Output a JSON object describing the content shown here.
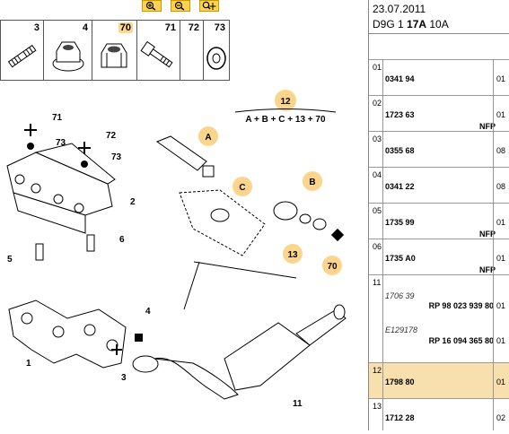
{
  "toolbar": {
    "zoom_in": "zoom-in-icon",
    "zoom_out": "zoom-out-icon",
    "zoom_pan": "zoom-pan-icon"
  },
  "thumbs": [
    {
      "num": "3"
    },
    {
      "num": "4"
    },
    {
      "num": "70"
    },
    {
      "num": "71"
    },
    {
      "num": "72"
    },
    {
      "num": "73"
    }
  ],
  "diagram": {
    "callouts": {
      "c71": "71",
      "c73a": "73",
      "c72": "72",
      "c73b": "73",
      "c2": "2",
      "c6": "6",
      "c5": "5",
      "c1": "1",
      "c4": "4",
      "c3": "3",
      "c11": "11"
    },
    "bubbles": {
      "b12": "12",
      "bA": "A",
      "bB": "B",
      "bC": "C",
      "b13": "13",
      "b70": "70"
    },
    "formula": "A + B + C + 13 + 70"
  },
  "panel": {
    "date": "23.07.2011",
    "ref_prefix": "D9G 1 ",
    "ref_bold": "17A",
    "ref_suffix": " 10A",
    "rows": [
      {
        "pos": "01",
        "code": "0341 94",
        "qty": "01",
        "nfp": ""
      },
      {
        "pos": "02",
        "code": "1723 63",
        "qty": "01",
        "nfp": "NFP"
      },
      {
        "pos": "03",
        "code": "0355 68",
        "qty": "08",
        "nfp": ""
      },
      {
        "pos": "04",
        "code": "0341 22",
        "qty": "08",
        "nfp": ""
      },
      {
        "pos": "05",
        "code": "1735 99",
        "qty": "01",
        "nfp": "NFP"
      },
      {
        "pos": "06",
        "code": "1735 A0",
        "qty": "01",
        "nfp": "NFP"
      }
    ],
    "row11": {
      "pos": "11",
      "a1": "1706 39",
      "b1": "RP 98 023 939 80",
      "q1": "01",
      "a2": "E129178",
      "b2": "RP 16 094 365 80",
      "q2": "01"
    },
    "row12": {
      "pos": "12",
      "code": "1798 80",
      "qty": "01"
    },
    "row13": {
      "pos": "13",
      "code": "1712 28",
      "qty": "02"
    }
  },
  "colors": {
    "highlight": "#f7dfae",
    "bubble": "#fbd58c",
    "toolbar_button": "#ffd34d"
  }
}
